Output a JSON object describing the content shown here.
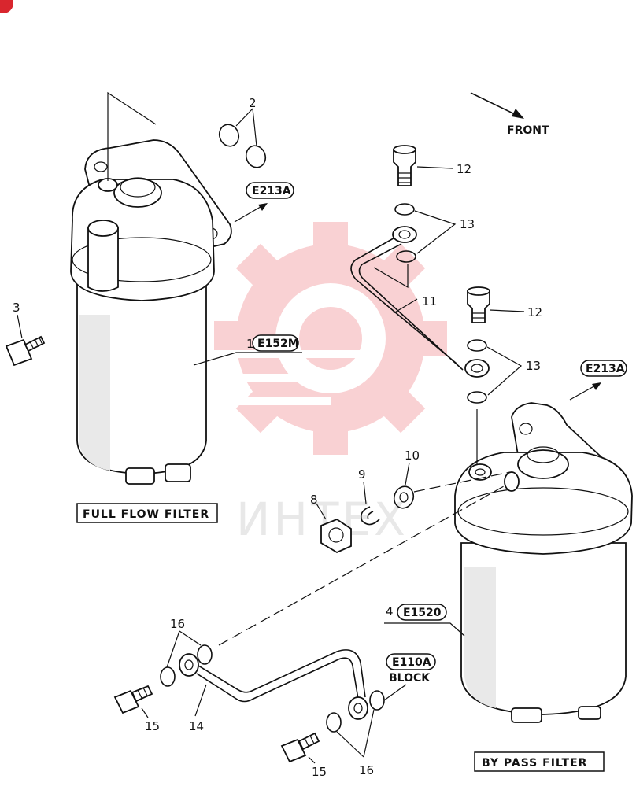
{
  "labels": {
    "front": "FRONT",
    "full_flow_filter": "FULL FLOW FILTER",
    "by_pass_filter": "BY PASS FILTER",
    "block": "BLOCK",
    "ref_e213a_top": "E213A",
    "ref_e213a_right": "E213A",
    "ref_e152m": "E152M",
    "ref_e1520": "E1520",
    "ref_e110a": "E110A"
  },
  "callouts": {
    "p1": "1",
    "p2": "2",
    "p3": "3",
    "p4": "4",
    "p8": "8",
    "p9": "9",
    "p10": "10",
    "p11": "11",
    "p12a": "12",
    "p12b": "12",
    "p13a": "13",
    "p13b": "13",
    "p14": "14",
    "p15a": "15",
    "p15b": "15",
    "p16a": "16",
    "p16b": "16"
  },
  "watermark": {
    "text": "ИНТЕХ",
    "color": "#e8323c"
  },
  "colors": {
    "ink": "#111111",
    "badge": "#d9262e"
  }
}
